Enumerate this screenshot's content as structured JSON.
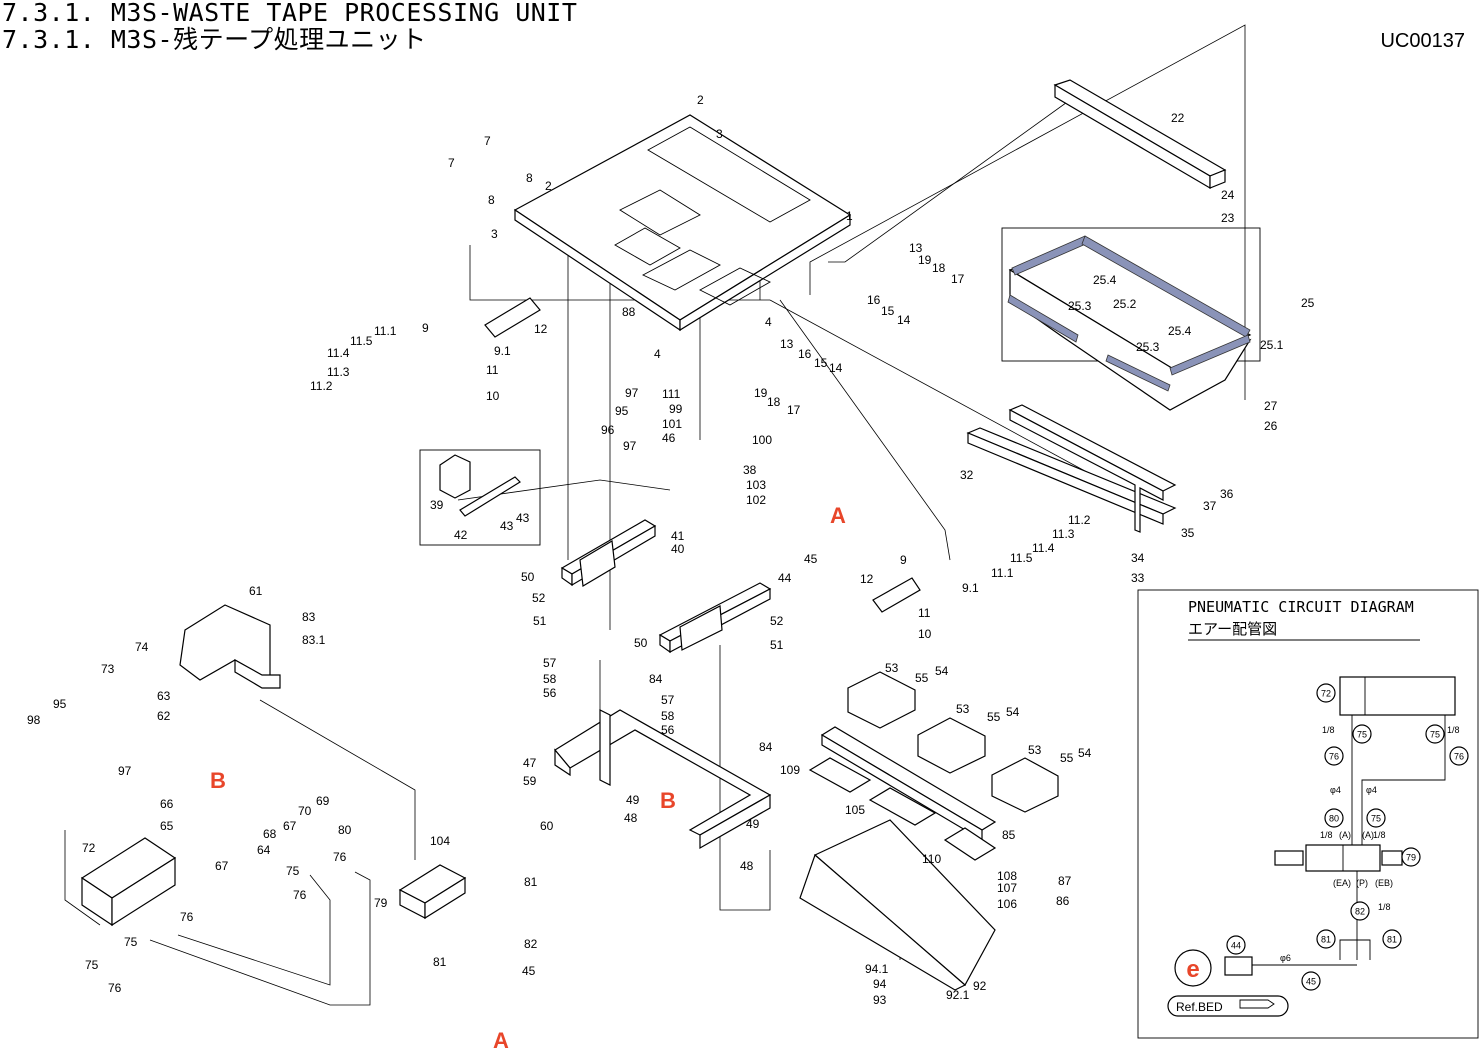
{
  "header": {
    "title_en": "7.3.1. M3S-WASTE TAPE PROCESSING UNIT",
    "title_jp": "7.3.1. M3S-残テープ処理ユニット",
    "code": "UC00137"
  },
  "markers": {
    "a": "A",
    "b": "B"
  },
  "pneumatic": {
    "title_en": "PNEUMATIC CIRCUIT DIAGRAM",
    "title_jp": "エアー配管図",
    "port_ea": "(EA)",
    "port_p": "(P)",
    "port_eb": "(EB)",
    "port_a": "(A)",
    "size_18": "1/8",
    "size_phi4": "φ4",
    "size_phi6": "φ6",
    "e_mark": "e",
    "ref_bed": "Ref.BED",
    "circles": [
      "72",
      "75",
      "75",
      "76",
      "76",
      "80",
      "75",
      "79",
      "82",
      "81",
      "81",
      "44",
      "45"
    ]
  },
  "part_labels": [
    {
      "id": "p1",
      "text": "1"
    },
    {
      "id": "p2a",
      "text": "2"
    },
    {
      "id": "p2b",
      "text": "2"
    },
    {
      "id": "p3a",
      "text": "3"
    },
    {
      "id": "p3b",
      "text": "3"
    },
    {
      "id": "p4a",
      "text": "4"
    },
    {
      "id": "p4b",
      "text": "4"
    },
    {
      "id": "p7a",
      "text": "7"
    },
    {
      "id": "p7b",
      "text": "7"
    },
    {
      "id": "p8a",
      "text": "8"
    },
    {
      "id": "p8b",
      "text": "8"
    },
    {
      "id": "p9a",
      "text": "9"
    },
    {
      "id": "p9b",
      "text": "9"
    },
    {
      "id": "p91a",
      "text": "9.1"
    },
    {
      "id": "p91b",
      "text": "9.1"
    },
    {
      "id": "p10a",
      "text": "10"
    },
    {
      "id": "p10b",
      "text": "10"
    },
    {
      "id": "p11a",
      "text": "11"
    },
    {
      "id": "p11b",
      "text": "11"
    },
    {
      "id": "p111a",
      "text": "11.1"
    },
    {
      "id": "p111b",
      "text": "11.1"
    },
    {
      "id": "p112a",
      "text": "11.2"
    },
    {
      "id": "p112b",
      "text": "11.2"
    },
    {
      "id": "p113a",
      "text": "11.3"
    },
    {
      "id": "p113b",
      "text": "11.3"
    },
    {
      "id": "p114a",
      "text": "11.4"
    },
    {
      "id": "p114b",
      "text": "11.4"
    },
    {
      "id": "p115a",
      "text": "11.5"
    },
    {
      "id": "p115b",
      "text": "11.5"
    },
    {
      "id": "p12a",
      "text": "12"
    },
    {
      "id": "p12b",
      "text": "12"
    },
    {
      "id": "p13a",
      "text": "13"
    },
    {
      "id": "p13b",
      "text": "13"
    },
    {
      "id": "p14a",
      "text": "14"
    },
    {
      "id": "p14b",
      "text": "14"
    },
    {
      "id": "p15a",
      "text": "15"
    },
    {
      "id": "p15b",
      "text": "15"
    },
    {
      "id": "p16a",
      "text": "16"
    },
    {
      "id": "p16b",
      "text": "16"
    },
    {
      "id": "p17a",
      "text": "17"
    },
    {
      "id": "p17b",
      "text": "17"
    },
    {
      "id": "p18a",
      "text": "18"
    },
    {
      "id": "p18b",
      "text": "18"
    },
    {
      "id": "p19a",
      "text": "19"
    },
    {
      "id": "p19b",
      "text": "19"
    },
    {
      "id": "p22",
      "text": "22"
    },
    {
      "id": "p23",
      "text": "23"
    },
    {
      "id": "p24",
      "text": "24"
    },
    {
      "id": "p25",
      "text": "25"
    },
    {
      "id": "p251",
      "text": "25.1"
    },
    {
      "id": "p252",
      "text": "25.2"
    },
    {
      "id": "p253a",
      "text": "25.3"
    },
    {
      "id": "p253b",
      "text": "25.3"
    },
    {
      "id": "p254a",
      "text": "25.4"
    },
    {
      "id": "p254b",
      "text": "25.4"
    },
    {
      "id": "p26",
      "text": "26"
    },
    {
      "id": "p27",
      "text": "27"
    },
    {
      "id": "p32",
      "text": "32"
    },
    {
      "id": "p33",
      "text": "33"
    },
    {
      "id": "p34",
      "text": "34"
    },
    {
      "id": "p35",
      "text": "35"
    },
    {
      "id": "p36",
      "text": "36"
    },
    {
      "id": "p37",
      "text": "37"
    },
    {
      "id": "p38",
      "text": "38"
    },
    {
      "id": "p39",
      "text": "39"
    },
    {
      "id": "p40",
      "text": "40"
    },
    {
      "id": "p41",
      "text": "41"
    },
    {
      "id": "p42",
      "text": "42"
    },
    {
      "id": "p43a",
      "text": "43"
    },
    {
      "id": "p43b",
      "text": "43"
    },
    {
      "id": "p44",
      "text": "44"
    },
    {
      "id": "p45a",
      "text": "45"
    },
    {
      "id": "p45b",
      "text": "45"
    },
    {
      "id": "p46",
      "text": "46"
    },
    {
      "id": "p47",
      "text": "47"
    },
    {
      "id": "p48a",
      "text": "48"
    },
    {
      "id": "p48b",
      "text": "48"
    },
    {
      "id": "p49a",
      "text": "49"
    },
    {
      "id": "p49b",
      "text": "49"
    },
    {
      "id": "p50a",
      "text": "50"
    },
    {
      "id": "p50b",
      "text": "50"
    },
    {
      "id": "p51a",
      "text": "51"
    },
    {
      "id": "p51b",
      "text": "51"
    },
    {
      "id": "p52a",
      "text": "52"
    },
    {
      "id": "p52b",
      "text": "52"
    },
    {
      "id": "p53a",
      "text": "53"
    },
    {
      "id": "p53b",
      "text": "53"
    },
    {
      "id": "p53c",
      "text": "53"
    },
    {
      "id": "p54a",
      "text": "54"
    },
    {
      "id": "p54b",
      "text": "54"
    },
    {
      "id": "p54c",
      "text": "54"
    },
    {
      "id": "p55a",
      "text": "55"
    },
    {
      "id": "p55b",
      "text": "55"
    },
    {
      "id": "p55c",
      "text": "55"
    },
    {
      "id": "p56a",
      "text": "56"
    },
    {
      "id": "p56b",
      "text": "56"
    },
    {
      "id": "p57a",
      "text": "57"
    },
    {
      "id": "p57b",
      "text": "57"
    },
    {
      "id": "p58a",
      "text": "58"
    },
    {
      "id": "p58b",
      "text": "58"
    },
    {
      "id": "p59",
      "text": "59"
    },
    {
      "id": "p60",
      "text": "60"
    },
    {
      "id": "p61",
      "text": "61"
    },
    {
      "id": "p62",
      "text": "62"
    },
    {
      "id": "p63",
      "text": "63"
    },
    {
      "id": "p64",
      "text": "64"
    },
    {
      "id": "p65",
      "text": "65"
    },
    {
      "id": "p66",
      "text": "66"
    },
    {
      "id": "p67a",
      "text": "67"
    },
    {
      "id": "p67b",
      "text": "67"
    },
    {
      "id": "p68",
      "text": "68"
    },
    {
      "id": "p69",
      "text": "69"
    },
    {
      "id": "p70",
      "text": "70"
    },
    {
      "id": "p72",
      "text": "72"
    },
    {
      "id": "p73",
      "text": "73"
    },
    {
      "id": "p74",
      "text": "74"
    },
    {
      "id": "p75a",
      "text": "75"
    },
    {
      "id": "p75b",
      "text": "75"
    },
    {
      "id": "p75c",
      "text": "75"
    },
    {
      "id": "p76a",
      "text": "76"
    },
    {
      "id": "p76b",
      "text": "76"
    },
    {
      "id": "p76c",
      "text": "76"
    },
    {
      "id": "p76d",
      "text": "76"
    },
    {
      "id": "p79",
      "text": "79"
    },
    {
      "id": "p80",
      "text": "80"
    },
    {
      "id": "p81a",
      "text": "81"
    },
    {
      "id": "p81b",
      "text": "81"
    },
    {
      "id": "p82",
      "text": "82"
    },
    {
      "id": "p83",
      "text": "83"
    },
    {
      "id": "p831",
      "text": "83.1"
    },
    {
      "id": "p84a",
      "text": "84"
    },
    {
      "id": "p84b",
      "text": "84"
    },
    {
      "id": "p85",
      "text": "85"
    },
    {
      "id": "p86",
      "text": "86"
    },
    {
      "id": "p87",
      "text": "87"
    },
    {
      "id": "p88",
      "text": "88"
    },
    {
      "id": "p92",
      "text": "92"
    },
    {
      "id": "p921",
      "text": "92.1"
    },
    {
      "id": "p93",
      "text": "93"
    },
    {
      "id": "p94",
      "text": "94"
    },
    {
      "id": "p941",
      "text": "94.1"
    },
    {
      "id": "p95a",
      "text": "95"
    },
    {
      "id": "p95b",
      "text": "95"
    },
    {
      "id": "p96",
      "text": "96"
    },
    {
      "id": "p97a",
      "text": "97"
    },
    {
      "id": "p97b",
      "text": "97"
    },
    {
      "id": "p97c",
      "text": "97"
    },
    {
      "id": "p98",
      "text": "98"
    },
    {
      "id": "p99",
      "text": "99"
    },
    {
      "id": "p100",
      "text": "100"
    },
    {
      "id": "p101",
      "text": "101"
    },
    {
      "id": "p102",
      "text": "102"
    },
    {
      "id": "p103",
      "text": "103"
    },
    {
      "id": "p104",
      "text": "104"
    },
    {
      "id": "p105",
      "text": "105"
    },
    {
      "id": "p106",
      "text": "106"
    },
    {
      "id": "p107",
      "text": "107"
    },
    {
      "id": "p108",
      "text": "108"
    },
    {
      "id": "p109",
      "text": "109"
    },
    {
      "id": "p110",
      "text": "110"
    },
    {
      "id": "p111",
      "text": "111"
    }
  ]
}
